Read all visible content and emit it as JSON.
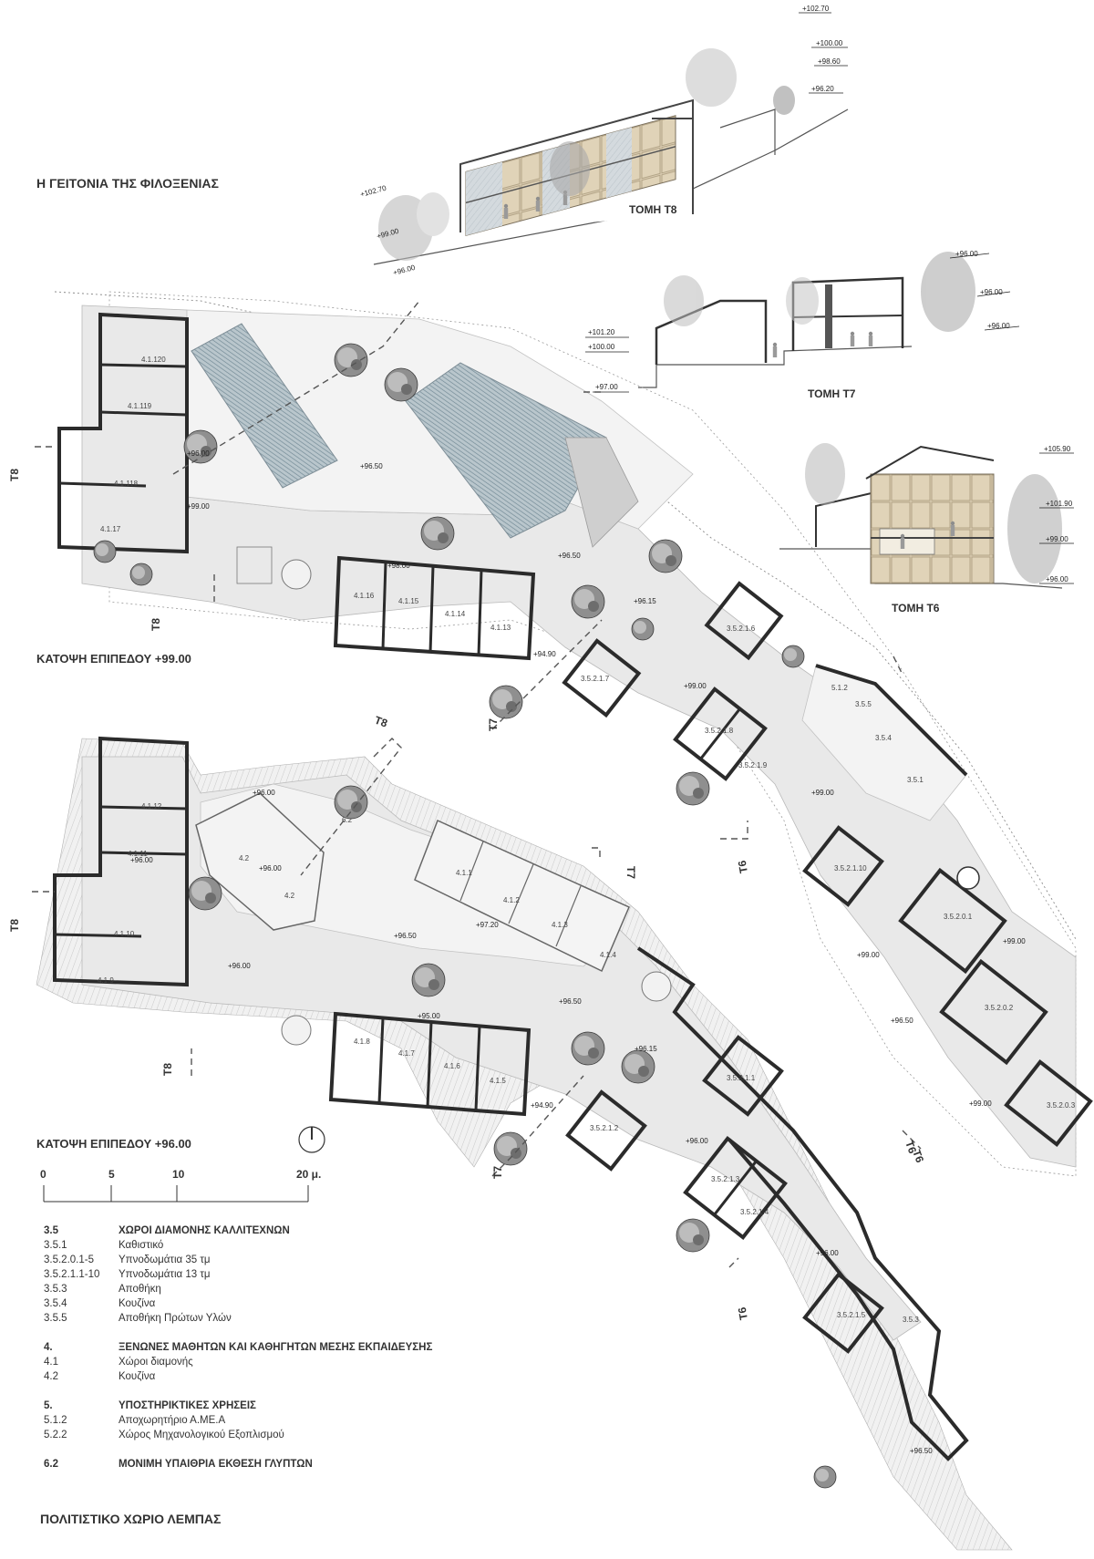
{
  "sheet": {
    "title": "Η ΓΕΙΤΟΝΙΑ ΤΗΣ ΦΙΛΟΞΕΝΙΑΣ",
    "footer_title": "ΠΟΛΙΤΙΣΤΙΚΟ ΧΩΡΙΟ ΛΕΜΠΑΣ"
  },
  "sections": {
    "t8": {
      "label": "ΤΟΜΗ Τ8",
      "levels": [
        "+102.70",
        "+100.00",
        "+98.60",
        "+96.20",
        "+102.70",
        "+99.00",
        "+96.00"
      ]
    },
    "t7": {
      "label": "ΤΟΜΗ Τ7",
      "levels": [
        "+96.00",
        "+96.00",
        "+96.00",
        "+101.20",
        "+100.00",
        "+97.00"
      ]
    },
    "t6": {
      "label": "ΤΟΜΗ Τ6",
      "levels": [
        "+105.90",
        "+101.90",
        "+99.00",
        "+96.00"
      ]
    }
  },
  "plan_upper": {
    "label": "ΚΑΤΟΨΗ ΕΠΙΠΕΔΟΥ +99.00",
    "rooms_west": [
      "4.1.120",
      "4.1.119",
      "4.1.118",
      "4.1.17"
    ],
    "rooms_row": [
      "4.1.16",
      "4.1.15",
      "4.1.14",
      "4.1.13"
    ],
    "rooms_east": [
      "3.5.2.1.6",
      "3.5.2.1.7",
      "3.5.2.1.8",
      "3.5.2.1.9",
      "3.5.2.1.10"
    ],
    "service": [
      "5.1.2",
      "3.5.5",
      "3.5.4",
      "3.5.1"
    ],
    "rooms_large": [
      "3.5.2.0.1",
      "3.5.2.0.2",
      "3.5.2.0.3"
    ],
    "levels": [
      "+96.00",
      "+96.50",
      "+99.00",
      "+98.00",
      "+96.50",
      "+96.15",
      "+94.90",
      "+99.00",
      "+99.00",
      "+99.00",
      "+96.50",
      "+99.00",
      "+99.00"
    ],
    "cut_marks": [
      "Τ8",
      "Τ8",
      "Τ7",
      "Τ6",
      "Τ6"
    ]
  },
  "plan_lower": {
    "label": "ΚΑΤΟΨΗ ΕΠΙΠΕΔΟΥ +96.00",
    "rooms_west": [
      "4.1.12",
      "4.1.11",
      "4.1.10",
      "4.1.9"
    ],
    "rooms_row": [
      "4.1.8",
      "4.1.7",
      "4.1.6",
      "4.1.5"
    ],
    "rooms_mid": [
      "4.1.1",
      "4.1.2",
      "4.1.3",
      "4.1.4"
    ],
    "kitchen": [
      "4.2",
      "4.2"
    ],
    "sculpture": "6.2",
    "rooms_east": [
      "3.5.2.1.1",
      "3.5.2.1.2",
      "3.5.2.1.3",
      "3.5.2.1.4",
      "3.5.2.1.5",
      "3.5.3"
    ],
    "levels": [
      "+96.00",
      "+96.00",
      "+96.00",
      "+96.00",
      "+96.50",
      "+97.20",
      "+96.50",
      "+95.00",
      "+96.15",
      "+94.90",
      "+96.00",
      "+96.00",
      "+96.50"
    ],
    "cut_marks": [
      "Τ8",
      "Τ8",
      "Τ8",
      "Τ7",
      "Τ7",
      "Τ6",
      "Τ6"
    ]
  },
  "scale_bar": {
    "ticks": [
      "0",
      "5",
      "10",
      "20 μ."
    ]
  },
  "legend": {
    "groups": [
      {
        "code": "3.5",
        "title": "ΧΩΡΟΙ ΔΙΑΜΟΝΗΣ ΚΑΛΛΙΤΕΧΝΩΝ",
        "items": [
          {
            "code": "3.5.1",
            "text": "Καθιστικό"
          },
          {
            "code": "3.5.2.0.1-5",
            "text": "Υπνοδωμάτια 35 τμ"
          },
          {
            "code": "3.5.2.1.1-10",
            "text": "Υπνοδωμάτια 13 τμ"
          },
          {
            "code": "3.5.3",
            "text": "Αποθήκη"
          },
          {
            "code": "3.5.4",
            "text": "Κουζίνα"
          },
          {
            "code": "3.5.5",
            "text": "Αποθήκη Πρώτων Υλών"
          }
        ]
      },
      {
        "code": "4.",
        "title": "ΞΕΝΩΝΕΣ ΜΑΘΗΤΩΝ ΚΑΙ ΚΑΘΗΓΗΤΩΝ ΜΕΣΗΣ ΕΚΠΑΙΔΕΥΣΗΣ",
        "items": [
          {
            "code": "4.1",
            "text": "Χώροι διαμονής"
          },
          {
            "code": "4.2",
            "text": "Κουζίνα"
          }
        ]
      },
      {
        "code": "5.",
        "title": "ΥΠΟΣΤΗΡΙΚΤΙΚΕΣ ΧΡΗΣΕΙΣ",
        "items": [
          {
            "code": "5.1.2",
            "text": "Αποχωρητήριο Α.ΜΕ.Α"
          },
          {
            "code": "5.2.2",
            "text": "Χώρος Μηχανολογικού Εξοπλισμού"
          }
        ]
      },
      {
        "code": "6.2",
        "title": "ΜΟΝΙΜΗ ΥΠΑΙΘΡΙΑ ΕΚΘΕΣΗ ΓΛΥΠΤΩΝ",
        "items": []
      }
    ]
  }
}
